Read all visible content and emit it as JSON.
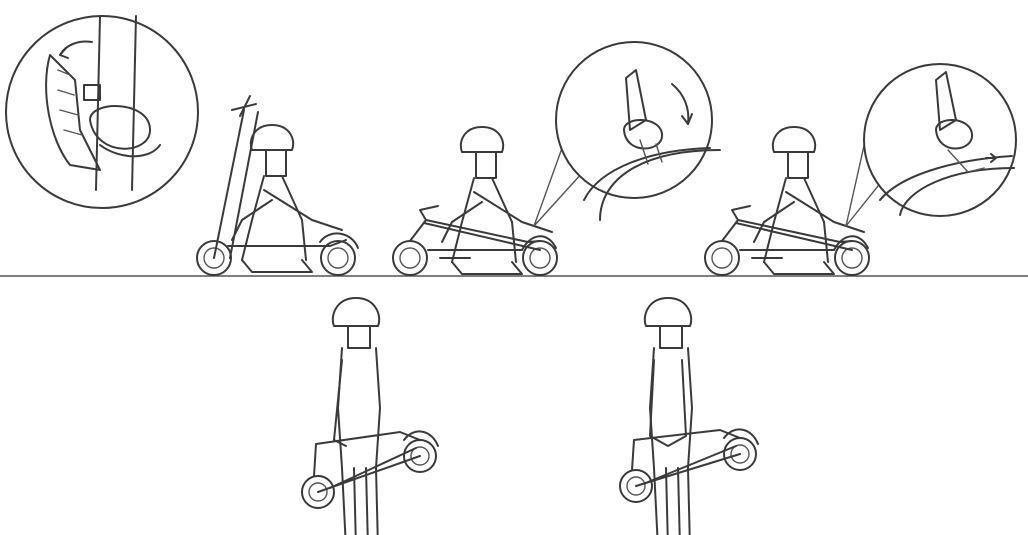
{
  "figure": {
    "steps": [
      {
        "name": "fold-step-1",
        "detail": "release-latch",
        "arrow": "curved-arrow-up-left"
      },
      {
        "name": "fold-step-2",
        "detail": "fold-stem-down",
        "arrow": "curved-arrow-down"
      },
      {
        "name": "fold-step-3",
        "detail": "hook-onto-rear-fender",
        "arrow": "small-arrow-right"
      },
      {
        "name": "carry-one-hand",
        "detail": "carry-folded-scooter-one-hand"
      },
      {
        "name": "carry-two-hands",
        "detail": "carry-folded-scooter-two-hands"
      }
    ],
    "colors": {
      "line": "#3a3a3a",
      "background": "#ffffff"
    }
  }
}
